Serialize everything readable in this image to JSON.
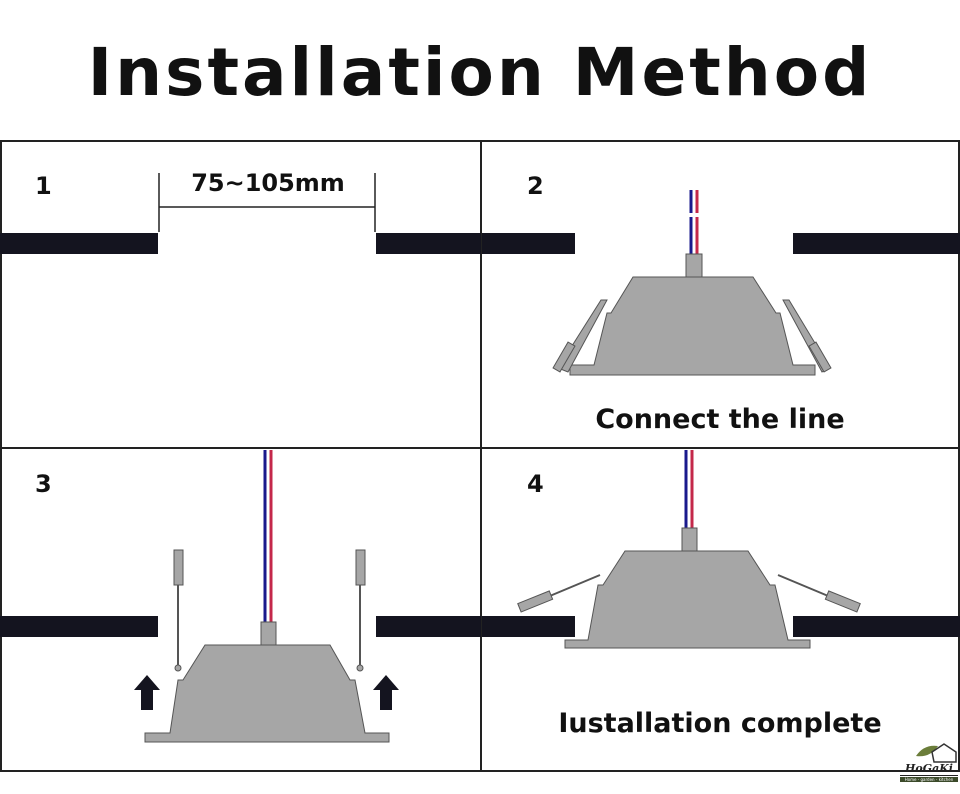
{
  "title": "Installation Method",
  "panels": [
    {
      "number": "1",
      "dimension": "75~105mm"
    },
    {
      "number": "2",
      "caption": "Connect the line"
    },
    {
      "number": "3"
    },
    {
      "number": "4",
      "caption": "Iustallation complete"
    }
  ],
  "logo": {
    "name": "HoGaKi",
    "tagline": "Home - garden - kitchen"
  },
  "colors": {
    "ceiling": "#14141f",
    "lamp": "#a6a6a6",
    "wire_blue": "#1a1a8c",
    "wire_red": "#c4284a"
  }
}
